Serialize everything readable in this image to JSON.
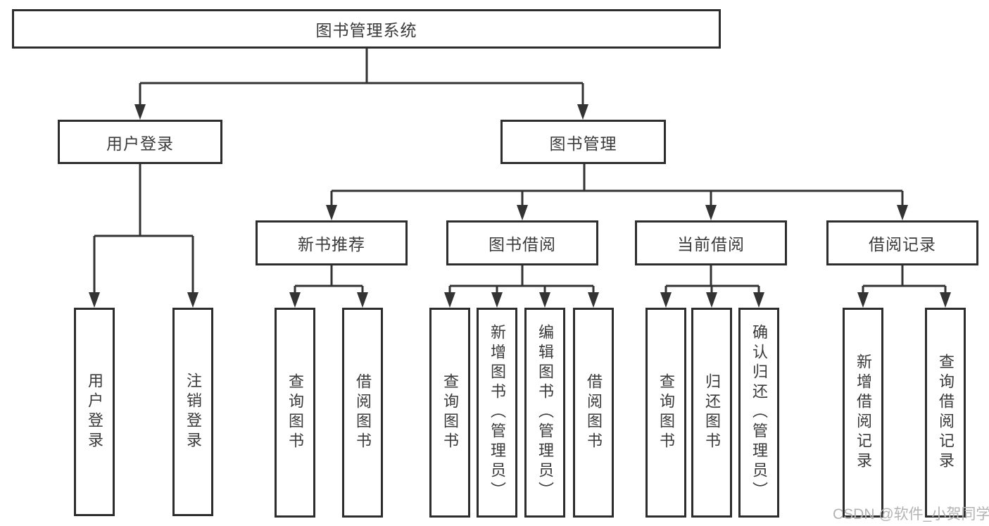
{
  "tree": {
    "label": "图书管理系统",
    "children": [
      {
        "label": "用户登录",
        "children": [
          {
            "label": "用户登录"
          },
          {
            "label": "注销登录"
          }
        ]
      },
      {
        "label": "图书管理",
        "children": [
          {
            "label": "新书推荐",
            "children": [
              {
                "label": "查询图书"
              },
              {
                "label": "借阅图书"
              }
            ]
          },
          {
            "label": "图书借阅",
            "children": [
              {
                "label": "查询图书"
              },
              {
                "label": "新增图书（管理员）"
              },
              {
                "label": "编辑图书（管理员）"
              },
              {
                "label": "借阅图书"
              }
            ]
          },
          {
            "label": "当前借阅",
            "children": [
              {
                "label": "查询图书"
              },
              {
                "label": "归还图书"
              },
              {
                "label": "确认归还（管理员）"
              }
            ]
          },
          {
            "label": "借阅记录",
            "children": [
              {
                "label": "新增借阅记录"
              },
              {
                "label": "查询借阅记录"
              }
            ]
          }
        ]
      }
    ]
  },
  "watermark": {
    "text": "CSDN @软件_小贺同学",
    "color": "#b3b3b3"
  },
  "colors": {
    "line": "#333333",
    "box_border": "#2d2d2d",
    "box_background": "#ffffff",
    "text": "#3a3a3a",
    "background": "#ffffff"
  }
}
